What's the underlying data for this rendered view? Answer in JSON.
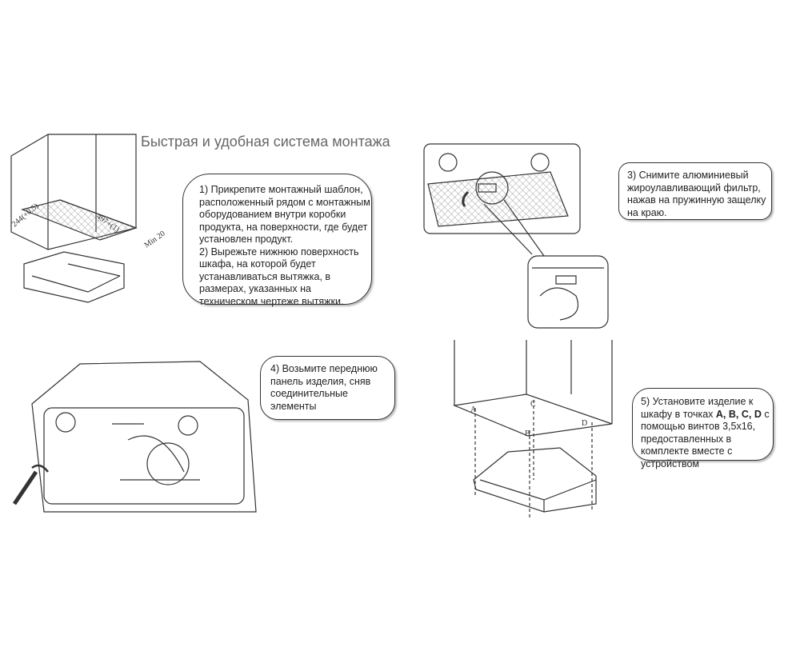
{
  "title": "Быстрая и удобная система монтажа",
  "steps": {
    "s1": "1) Прикрепите монтажный шаблон, расположенный рядом с монтажным оборудованием внутри коробки продукта, на поверхности, где будет установлен продукт.",
    "s2": "2)  Вырежьте нижнюю поверхность шкафа, на которой будет устанавливаться вытяжка, в размерах, указанных на техническом чертеже вытяжки.",
    "s3": "3) Снимите алюминиевый жироулавливающий фильтр, нажав на пружинную защелку на краю.",
    "s4": "4) Возьмите переднюю панель изделия, сняв соединительные элементы",
    "s5_pre": "5) Установите изделие к шкафу в точках ",
    "s5_bold": "A, B, C, D",
    "s5_post": "  с помощью винтов 3,5х16, предоставленных в комплекте вместе с устройством"
  },
  "dims": {
    "depth": "244(+0.5)",
    "width": "497+(1)",
    "min": "Min 20"
  },
  "points": {
    "a": "A",
    "b": "B",
    "c": "C",
    "d": "D"
  }
}
